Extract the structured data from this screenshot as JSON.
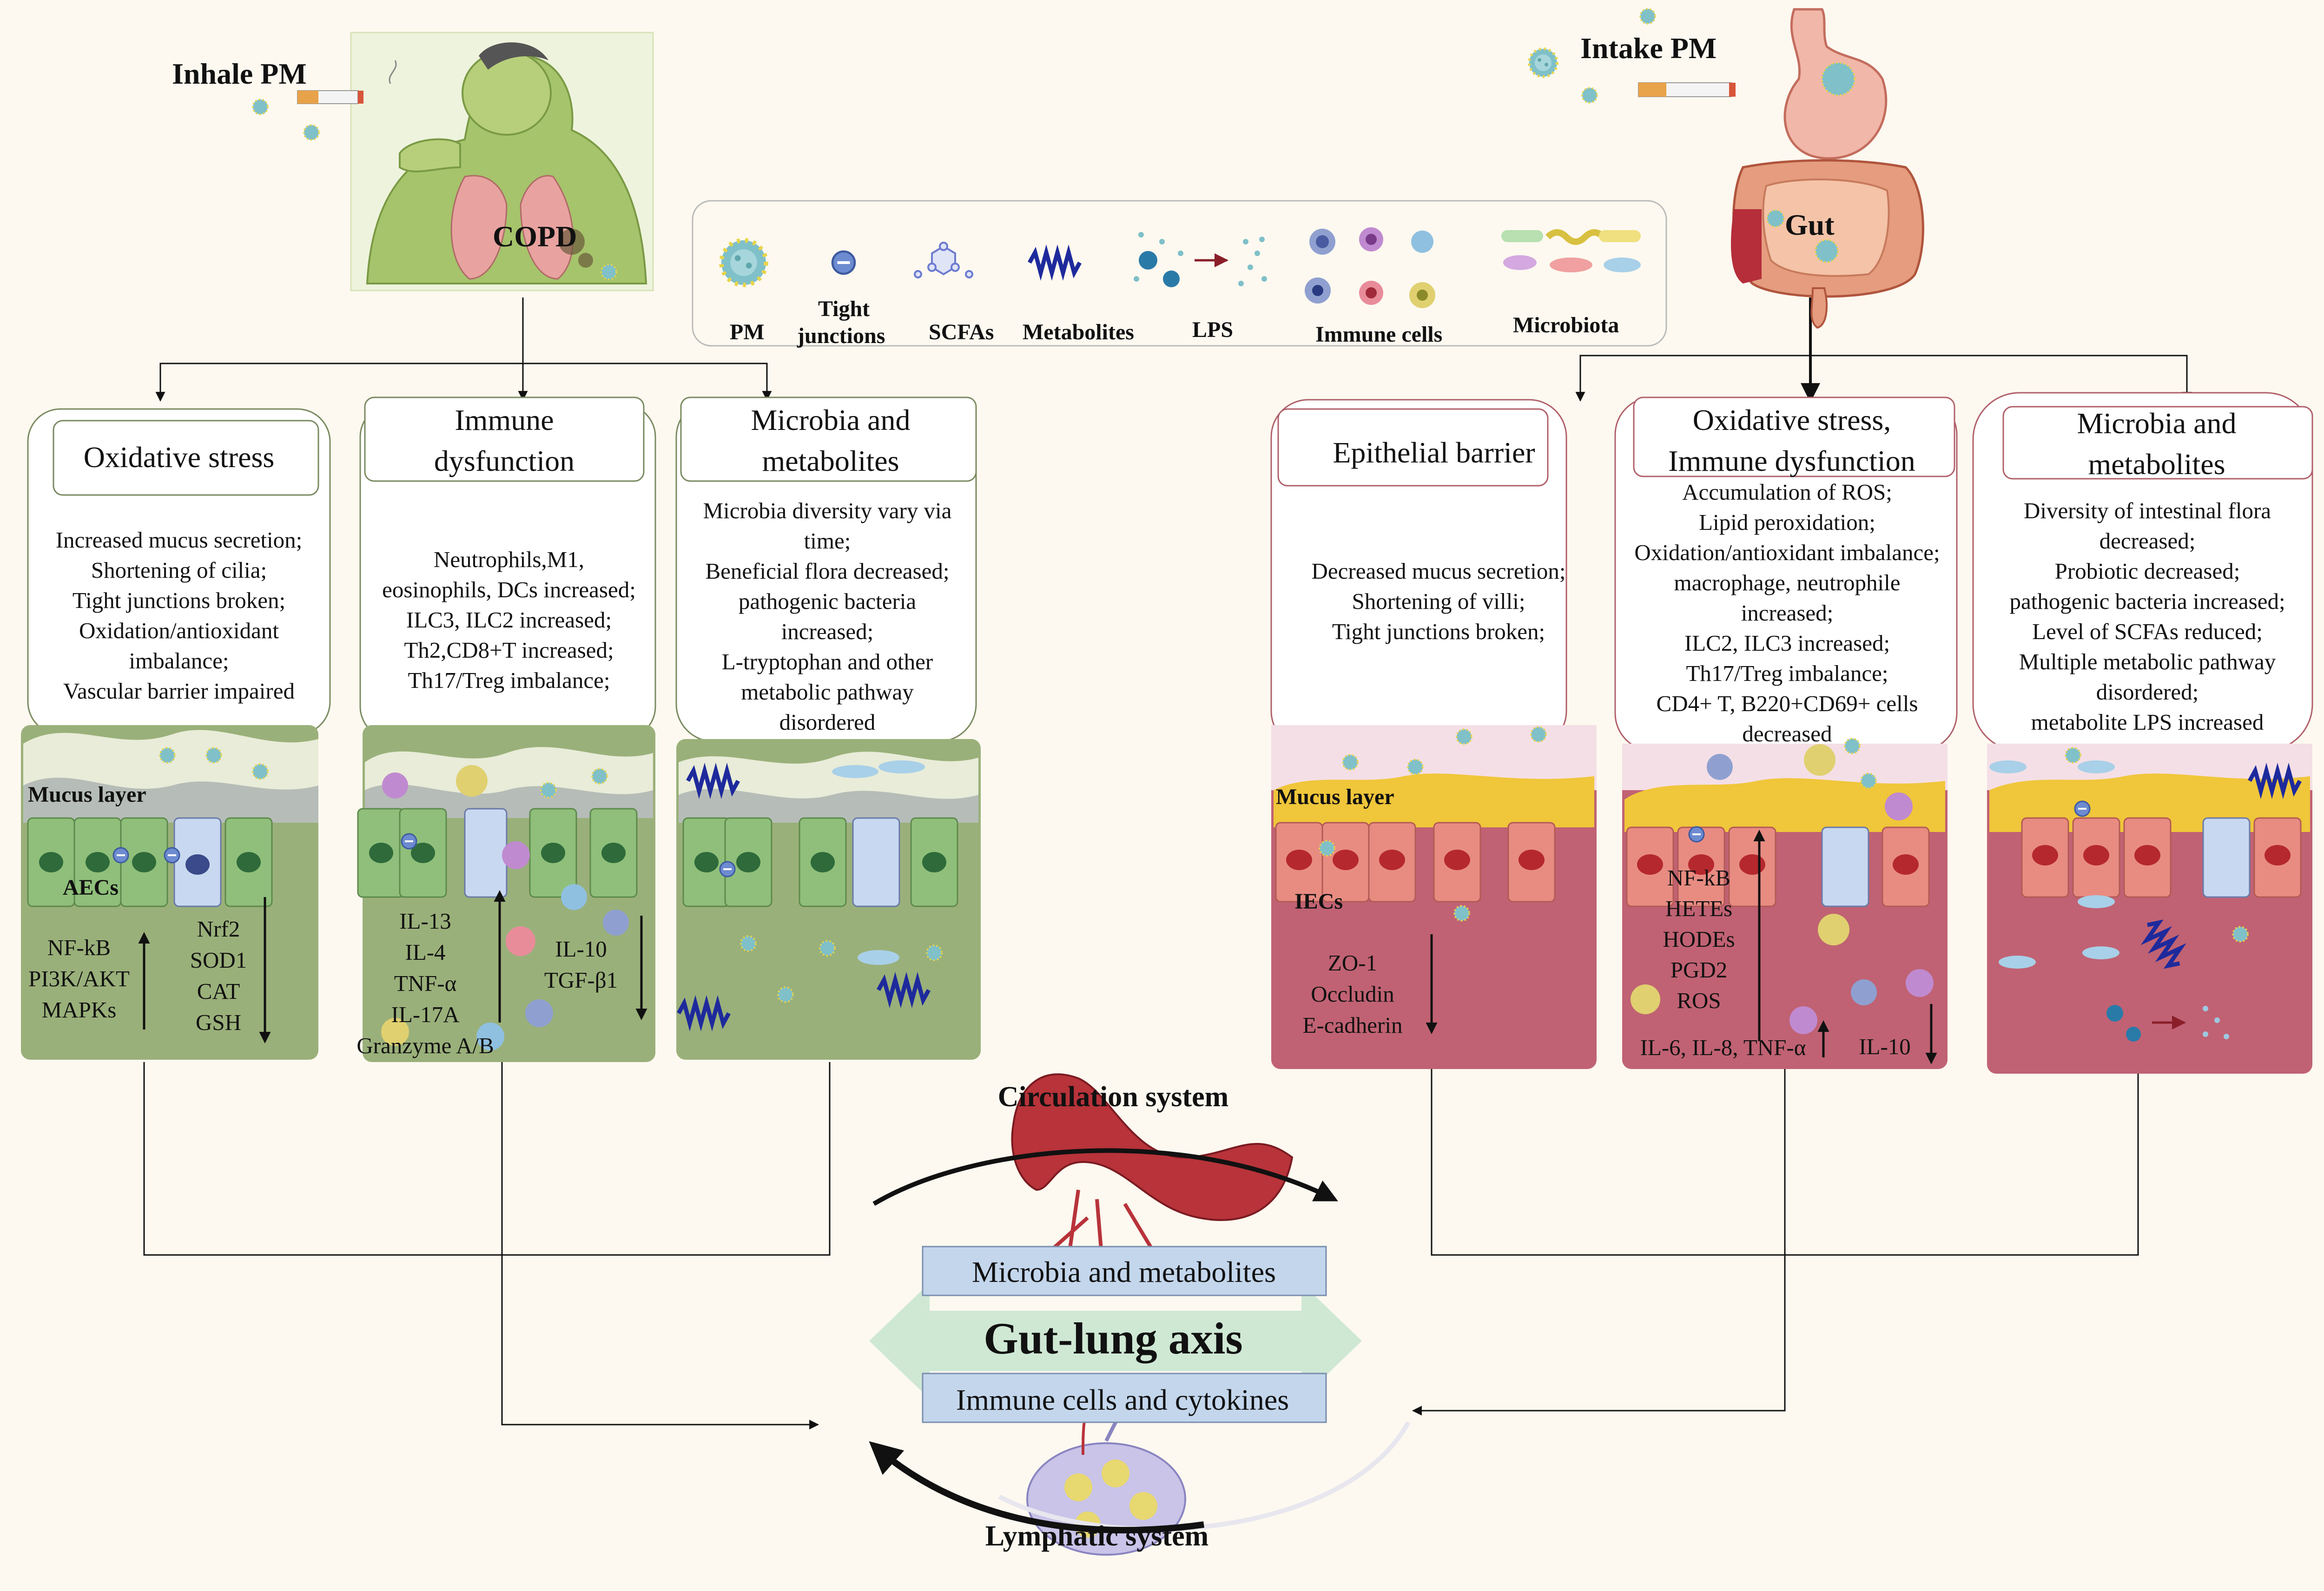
{
  "top_left": {
    "inhale_label": "Inhale PM",
    "copd_label": "COPD"
  },
  "top_right": {
    "intake_label": "Intake PM",
    "gut_label": "Gut"
  },
  "legend": {
    "items": [
      {
        "label": "PM"
      },
      {
        "label": "Tight\njunctions"
      },
      {
        "label": "SCFAs"
      },
      {
        "label": "Metabolites"
      },
      {
        "label": "LPS"
      },
      {
        "label": "Immune cells"
      },
      {
        "label": "Microbiota"
      }
    ]
  },
  "lung_panels": [
    {
      "title": "Oxidative stress",
      "body": [
        "Increased mucus secretion;",
        "Shortening of cilia;",
        "Tight junctions broken;",
        "Oxidation/antioxidant",
        "imbalance;",
        "Vascular barrier impaired"
      ],
      "tissue_label_mucus": "Mucus layer",
      "tissue_label_cells": "AECs",
      "up_list": [
        "NF-kB",
        "PI3K/AKT",
        "MAPKs"
      ],
      "down_list": [
        "Nrf2",
        "SOD1",
        "CAT",
        "GSH"
      ]
    },
    {
      "title": "Immune\ndysfunction",
      "body": [
        "Neutrophils,M1,",
        "eosinophils, DCs increased;",
        "ILC3, ILC2 increased;",
        "Th2,CD8+T increased;",
        "Th17/Treg imbalance;"
      ],
      "up_list": [
        "IL-13",
        "IL-4",
        "TNF-α",
        "IL-17A",
        "Granzyme A/B"
      ],
      "down_list": [
        "IL-10",
        "TGF-β1"
      ]
    },
    {
      "title": "Microbia and\nmetabolites",
      "body": [
        "Microbia diversity vary via",
        "time;",
        "Beneficial flora decreased;",
        "pathogenic bacteria",
        "increased;",
        "L-tryptophan and other",
        "metabolic pathway",
        "disordered"
      ]
    }
  ],
  "gut_panels": [
    {
      "title": "Epithelial barrier",
      "body": [
        "Decreased mucus secretion;",
        "Shortening of villi;",
        "Tight junctions broken;"
      ],
      "tissue_label_mucus": "Mucus layer",
      "tissue_label_cells": "IECs",
      "down_list": [
        "ZO-1",
        "Occludin",
        "E-cadherin"
      ]
    },
    {
      "title": "Oxidative stress,\nImmune dysfunction",
      "body": [
        "Accumulation of ROS;",
        "Lipid peroxidation;",
        "Oxidation/antioxidant imbalance;",
        "macrophage, neutrophile",
        "increased;",
        "ILC2, ILC3 increased;",
        "Th17/Treg imbalance;",
        "CD4+ T, B220+CD69+ cells",
        "decreased"
      ],
      "up_list": [
        "NF-kB",
        "HETEs",
        "HODEs",
        "PGD2",
        "ROS",
        "IL-6, IL-8, TNF-α"
      ],
      "down_list": [
        "IL-10"
      ]
    },
    {
      "title": "Microbia and\nmetabolites",
      "body": [
        "Diversity of intestinal flora",
        "decreased;",
        "Probiotic decreased;",
        "pathogenic bacteria increased;",
        "Level of SCFAs reduced;",
        "Multiple metabolic pathway",
        "disordered;",
        "metabolite LPS increased"
      ]
    }
  ],
  "center": {
    "circulation_label": "Circulation system",
    "top_box": "Microbia and metabolites",
    "axis_label": "Gut-lung axis",
    "bottom_box": "Immune cells and cytokines",
    "lymphatic_label": "Lymphatic system"
  },
  "colors": {
    "background": "#fdf9f0",
    "lung_tissue": "#9ab07a",
    "lung_cell": "#7fa968",
    "gut_tissue": "#c06273",
    "gut_mucus": "#f0c63a",
    "axis_arrow": "#cfe8d4",
    "box_fill": "#c3d6ec"
  }
}
